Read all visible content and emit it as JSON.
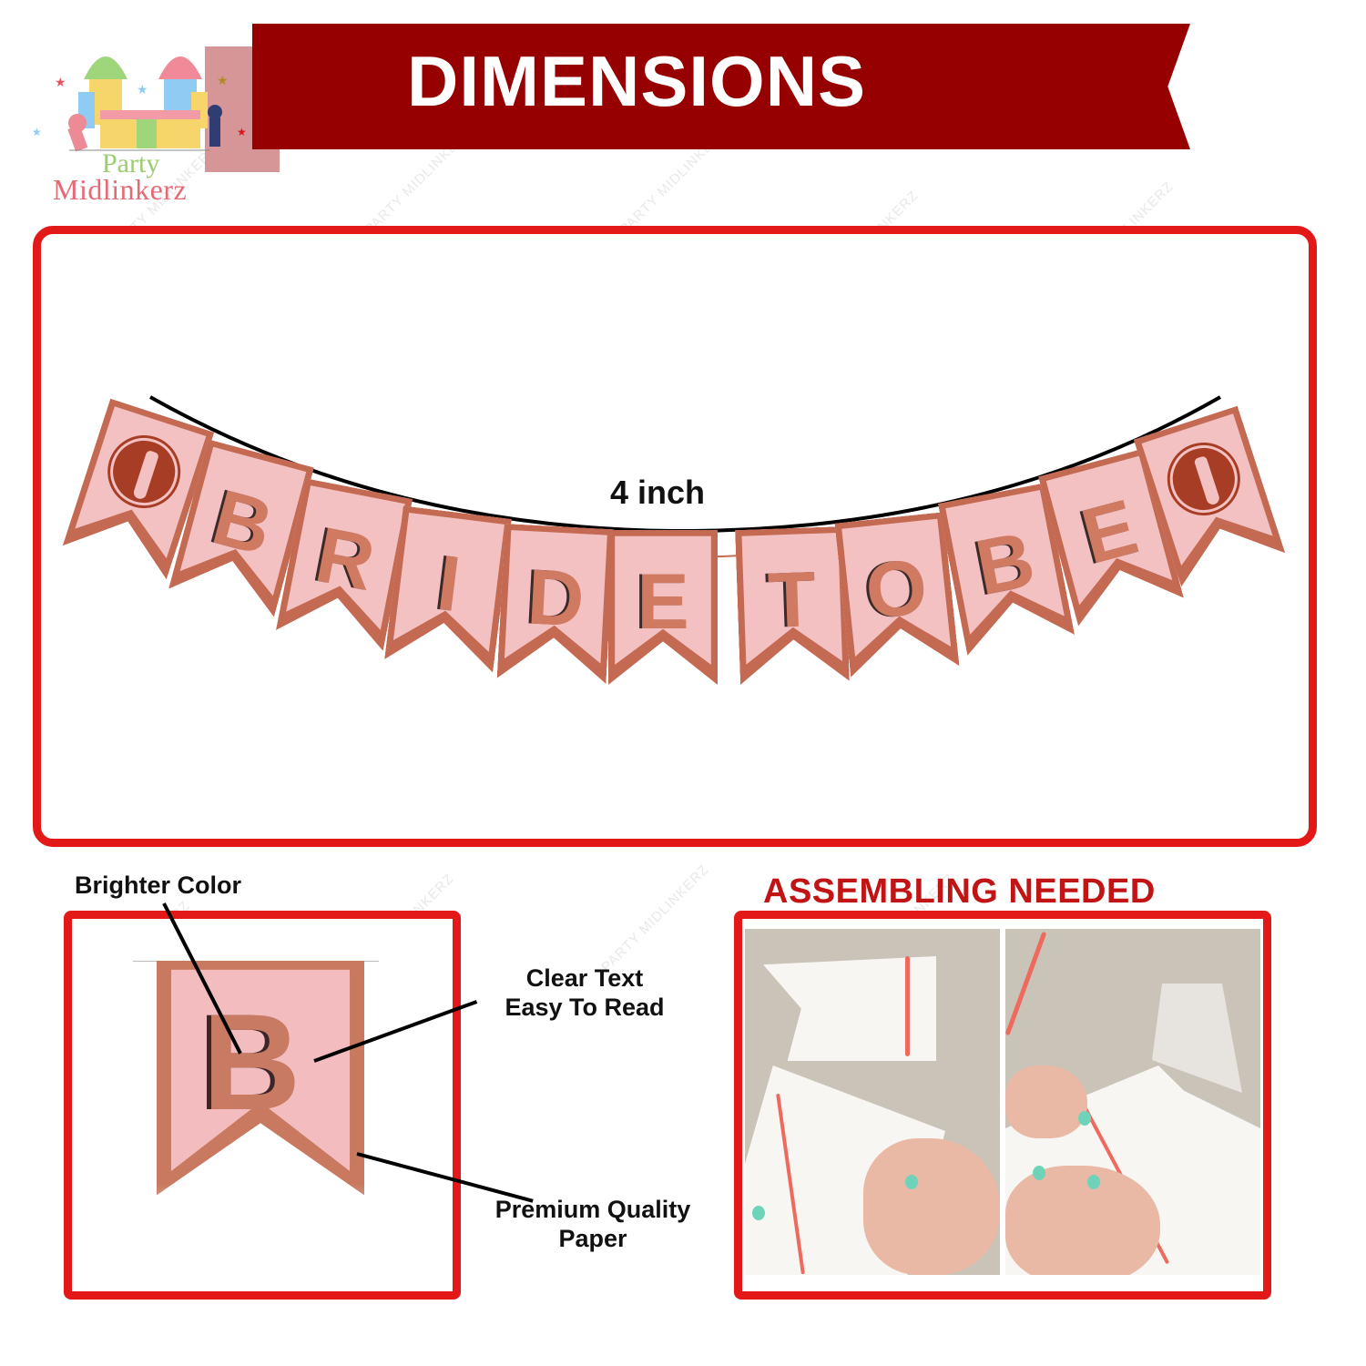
{
  "brand": {
    "logo_line1": "Party",
    "logo_line2": "Midlinkerz",
    "watermark": "PARTY MIDLINKERZ"
  },
  "header": {
    "title": "DIMENSIONS",
    "ribbon_color": "#960000"
  },
  "main_panel": {
    "dimension_label": "4 inch",
    "frame_color": "#e31818",
    "bunting": [
      {
        "type": "emblem",
        "label": "bride-silhouette"
      },
      {
        "type": "letter",
        "label": "B"
      },
      {
        "type": "letter",
        "label": "R"
      },
      {
        "type": "letter",
        "label": "I"
      },
      {
        "type": "letter",
        "label": "D"
      },
      {
        "type": "letter",
        "label": "E"
      },
      {
        "type": "letter",
        "label": "T"
      },
      {
        "type": "letter",
        "label": "O"
      },
      {
        "type": "letter",
        "label": "B"
      },
      {
        "type": "letter",
        "label": "E"
      },
      {
        "type": "emblem",
        "label": "bride-silhouette"
      }
    ]
  },
  "detail_panel": {
    "letter": "B",
    "callouts": {
      "brighter": "Brighter Color",
      "clear_line1": "Clear Text",
      "clear_line2": "Easy To Read",
      "paper_line1": "Premium Quality",
      "paper_line2": "Paper"
    }
  },
  "assemble_panel": {
    "title": "ASSEMBLING NEEDED",
    "title_color": "#c11414"
  }
}
